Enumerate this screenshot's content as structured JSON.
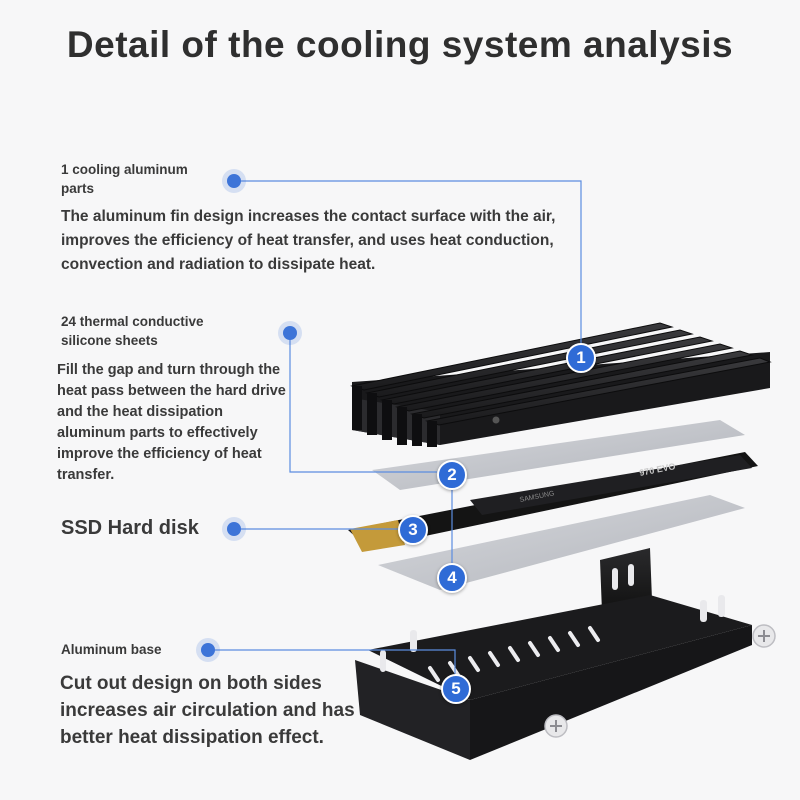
{
  "title": "Detail of the cooling system analysis",
  "callouts": [
    {
      "number": "1",
      "label": "1 cooling aluminum parts",
      "description": "The aluminum fin design increases the contact surface with the air, improves the efficiency of heat transfer, and uses heat conduction, convection and radiation to dissipate heat."
    },
    {
      "number": "2",
      "label": "24 thermal conductive silicone sheets",
      "description": "Fill the gap and turn through the heat pass between the hard drive and the heat dissipation aluminum parts to effectively improve the efficiency of heat transfer."
    },
    {
      "number": "3",
      "label": "SSD Hard disk",
      "description": ""
    },
    {
      "number": "4",
      "label": "",
      "description": ""
    },
    {
      "number": "5",
      "label": "Aluminum base",
      "description": "Cut out design on both sides increases air circulation and has better heat dissipation effect."
    }
  ],
  "product_markings": {
    "ssd_brand": "SAMSUNG",
    "ssd_model": "970 EVO"
  },
  "colors": {
    "accent": "#2f6bd6",
    "leader_line": "#5b8de0",
    "heatsink": "#1d1d1f",
    "thermal_pad": "#b9bcc3",
    "pcb": "#151515"
  }
}
